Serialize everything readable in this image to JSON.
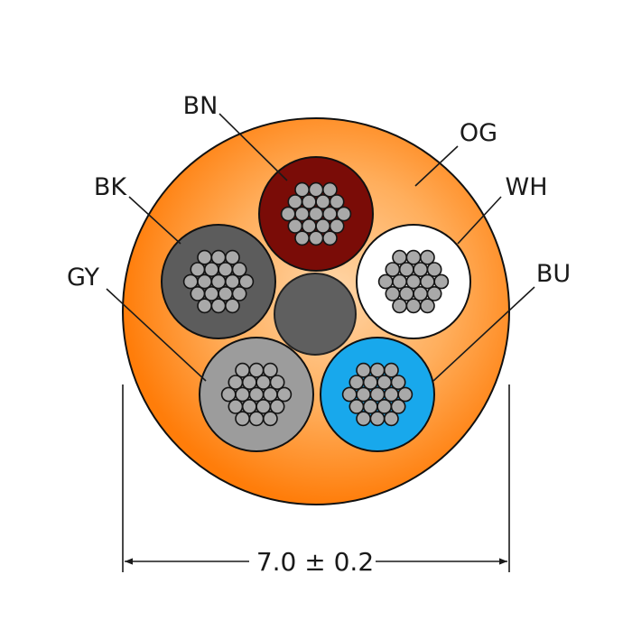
{
  "cable": {
    "jacket": {
      "label": "OG",
      "color": "#ff8a1e"
    },
    "cores": [
      {
        "label": "BN",
        "color": "#7a0c07"
      },
      {
        "label": "WH",
        "color": "#ffffff"
      },
      {
        "label": "BU",
        "color": "#18a8ec"
      },
      {
        "label": "GY",
        "color": "#9c9c9c"
      },
      {
        "label": "BK",
        "color": "#5c5c5c"
      }
    ],
    "filler_color": "#5f5f5f",
    "strand_color": "#a9a9a9",
    "strand_outline": "#141414"
  },
  "dimension": {
    "label": "7.0 ± 0.2"
  }
}
